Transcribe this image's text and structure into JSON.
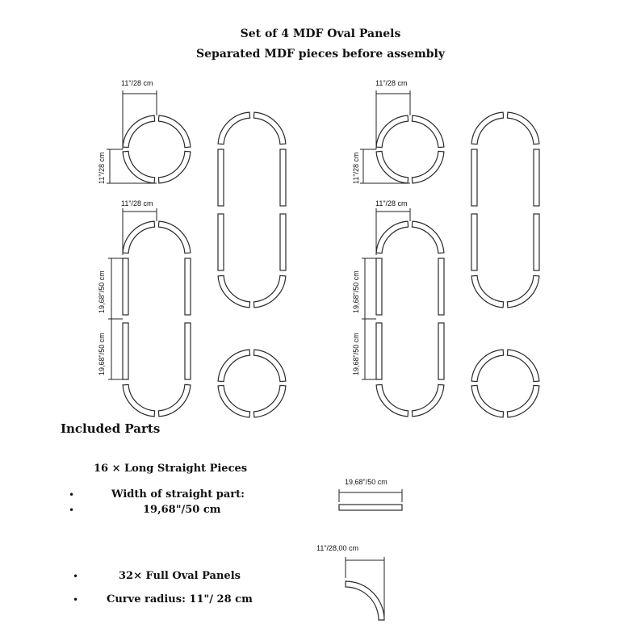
{
  "header": {
    "title": "Set of 4 MDF Oval Panels",
    "subtitle": "Separated MDF pieces before assembly"
  },
  "labels": {
    "circle_width": "11\"/28 cm",
    "circle_height": "11\"/28 cm",
    "oval_width": "11\"/28 cm",
    "oval_segment": "19,68\"/50 cm",
    "straight_part": "19,68\"/50 cm",
    "curve_part": "11\"/28,00 cm"
  },
  "parts": {
    "heading": "Included Parts",
    "straight_title": "16 × Long Straight Pieces",
    "straight_width_label": "Width of straight part:",
    "straight_width_value": "19,68\"/50 cm",
    "oval_count": "32× Full Oval Panels",
    "curve_radius": "Curve radius: 11\"/ 28 cm",
    "bullet": "•"
  },
  "colors": {
    "line": "#2b2b2b",
    "text": "#111111",
    "background": "#ffffff"
  }
}
